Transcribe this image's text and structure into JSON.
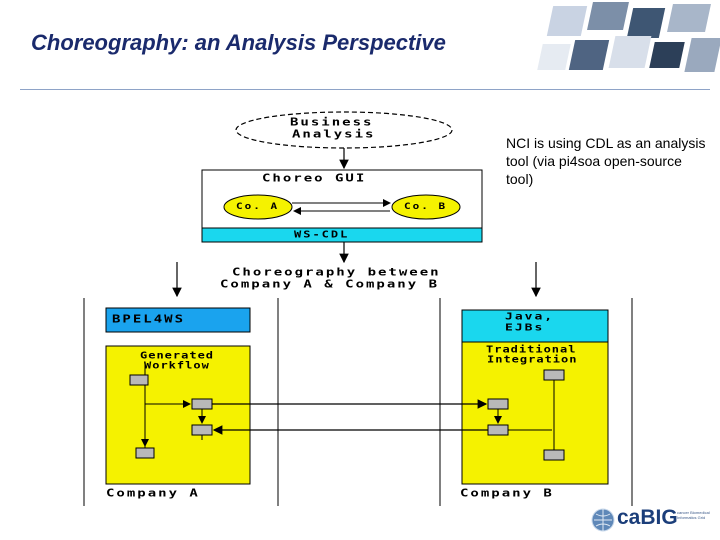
{
  "slide": {
    "title": "Choreography: an Analysis Perspective",
    "note": "NCI is using CDL as an analysis tool (via pi4soa open-source tool)"
  },
  "diagram": {
    "business_analysis_line1": "Business",
    "business_analysis_line2": "Analysis",
    "choreo_gui": "Choreo GUI",
    "co_a": "Co. A",
    "co_b": "Co. B",
    "ws_cdl": "WS-CDL",
    "choreography_line1": "Choreography between",
    "choreography_line2": "Company A & Company B",
    "bpel4ws": "BPEL4WS",
    "java_line1": "Java,",
    "java_line2": "EJBs",
    "generated_workflow_line1": "Generated",
    "generated_workflow_line2": "Workflow",
    "traditional_line1": "Traditional",
    "traditional_line2": "Integration",
    "company_a": "Company A",
    "company_b": "Company B"
  },
  "colors": {
    "title": "#1a2a6c",
    "cyan": "#1ad7ee",
    "yellow": "#f5f200",
    "blue_box": "#1aa3ee",
    "gray_node": "#b9b9b9"
  },
  "logo": {
    "brand": "caBIG",
    "tagline": "cancer Biomedical Informatics Grid"
  }
}
